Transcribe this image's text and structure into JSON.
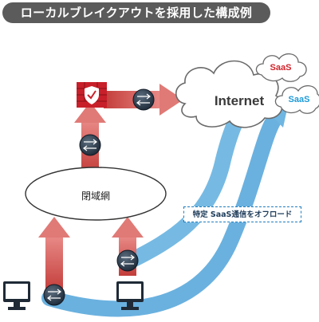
{
  "title": "ローカルブレイクアウトを採用した構成例",
  "internet_label": "Internet",
  "saas_top_label": "SaaS",
  "saas_right_label": "SaaS",
  "closed_network_label": "閉域網",
  "offload_label": "特定 SaaS通信をオフロード",
  "colors": {
    "title_bg": "#5b5b5b",
    "red_path": "#d9524f",
    "blue_path": "#5aa9db",
    "router": "#2a3a4a",
    "firewall": "#c8202a",
    "saas_red": "#d2232a",
    "saas_blue": "#1e9bd7"
  },
  "icons": [
    "firewall-icon",
    "router-icon",
    "pc-icon",
    "cloud-icon"
  ]
}
